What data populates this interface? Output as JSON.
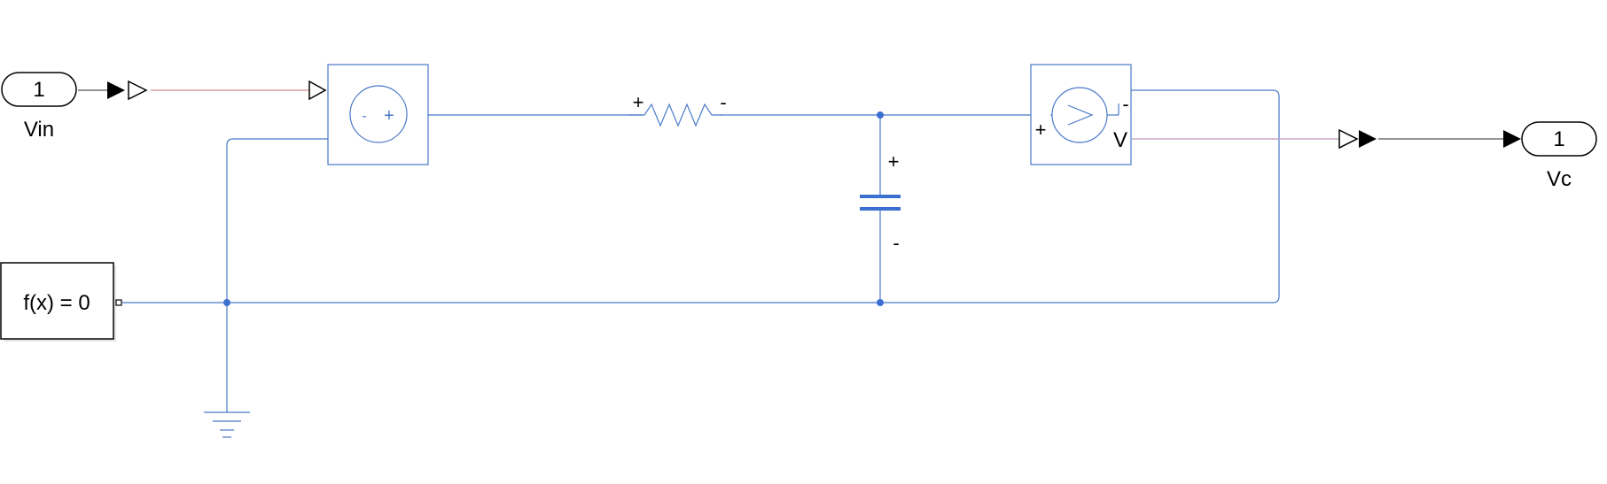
{
  "diagram": {
    "blocks": {
      "inport": {
        "number": "1",
        "label": "Vin"
      },
      "outport": {
        "number": "1",
        "label": "Vc"
      },
      "solver": {
        "label": "f(x) = 0"
      },
      "voltage_source": {
        "minus": "-",
        "plus": "+"
      },
      "resistor": {
        "plus": "+",
        "minus": "-"
      },
      "capacitor": {
        "plus": "+",
        "minus": "-"
      },
      "voltage_sensor": {
        "plus": "+",
        "minus": "-",
        "output": "V"
      }
    },
    "colors": {
      "physical_line": "#4a79c9",
      "input_signal": "#d48a8a",
      "output_signal": "#b997b9",
      "block_outline": "#000000",
      "node": "#3b6fd0",
      "background": "#ffffff"
    }
  }
}
